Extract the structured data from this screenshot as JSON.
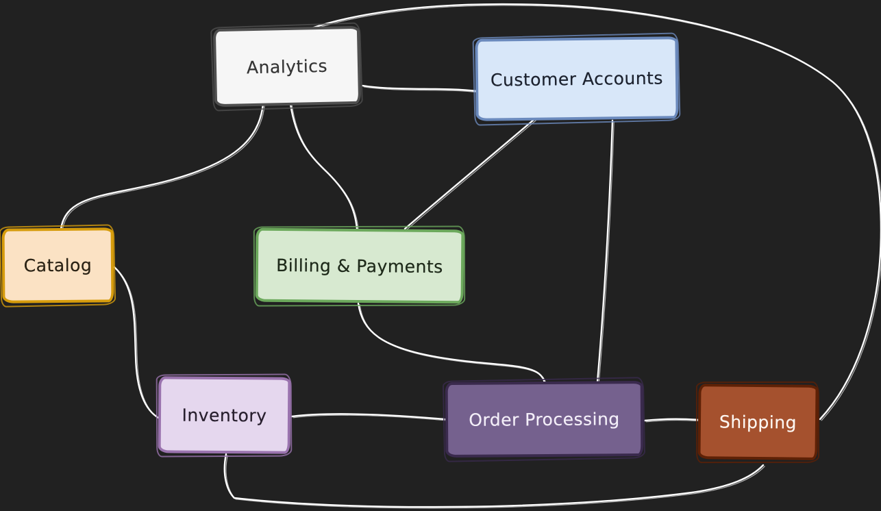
{
  "canvas": {
    "background": "#212121",
    "edge_color": "#ffffff"
  },
  "nodes": [
    {
      "id": "analytics",
      "label": "Analytics",
      "fill": "#f6f6f6",
      "stroke": "#4f4f4f",
      "text_color": "#363636"
    },
    {
      "id": "customer-accounts",
      "label": "Customer Accounts",
      "fill": "#d8e7f9",
      "stroke": "#6b8abd",
      "text_color": "#1d2330"
    },
    {
      "id": "catalog",
      "label": "Catalog",
      "fill": "#fbe2c4",
      "stroke": "#d69c0c",
      "text_color": "#2b2315"
    },
    {
      "id": "billing-payments",
      "label": "Billing & Payments",
      "fill": "#d7e9d0",
      "stroke": "#6ca95c",
      "text_color": "#1e2a1a"
    },
    {
      "id": "inventory",
      "label": "Inventory",
      "fill": "#e5d7ee",
      "stroke": "#9a73ae",
      "text_color": "#281f2e"
    },
    {
      "id": "order-processing",
      "label": "Order Processing",
      "fill": "#75618e",
      "stroke": "#3a2a4d",
      "text_color": "#f3eef8"
    },
    {
      "id": "shipping",
      "label": "Shipping",
      "fill": "#a5512e",
      "stroke": "#5e2106",
      "text_color": "#fdf6f1"
    }
  ],
  "edges": [
    {
      "from": "analytics",
      "to": "shipping"
    },
    {
      "from": "analytics",
      "to": "customer-accounts"
    },
    {
      "from": "analytics",
      "to": "catalog"
    },
    {
      "from": "analytics",
      "to": "billing-payments"
    },
    {
      "from": "customer-accounts",
      "to": "billing-payments"
    },
    {
      "from": "customer-accounts",
      "to": "order-processing"
    },
    {
      "from": "catalog",
      "to": "inventory"
    },
    {
      "from": "billing-payments",
      "to": "order-processing"
    },
    {
      "from": "inventory",
      "to": "order-processing"
    },
    {
      "from": "order-processing",
      "to": "shipping"
    },
    {
      "from": "inventory",
      "to": "shipping"
    }
  ]
}
